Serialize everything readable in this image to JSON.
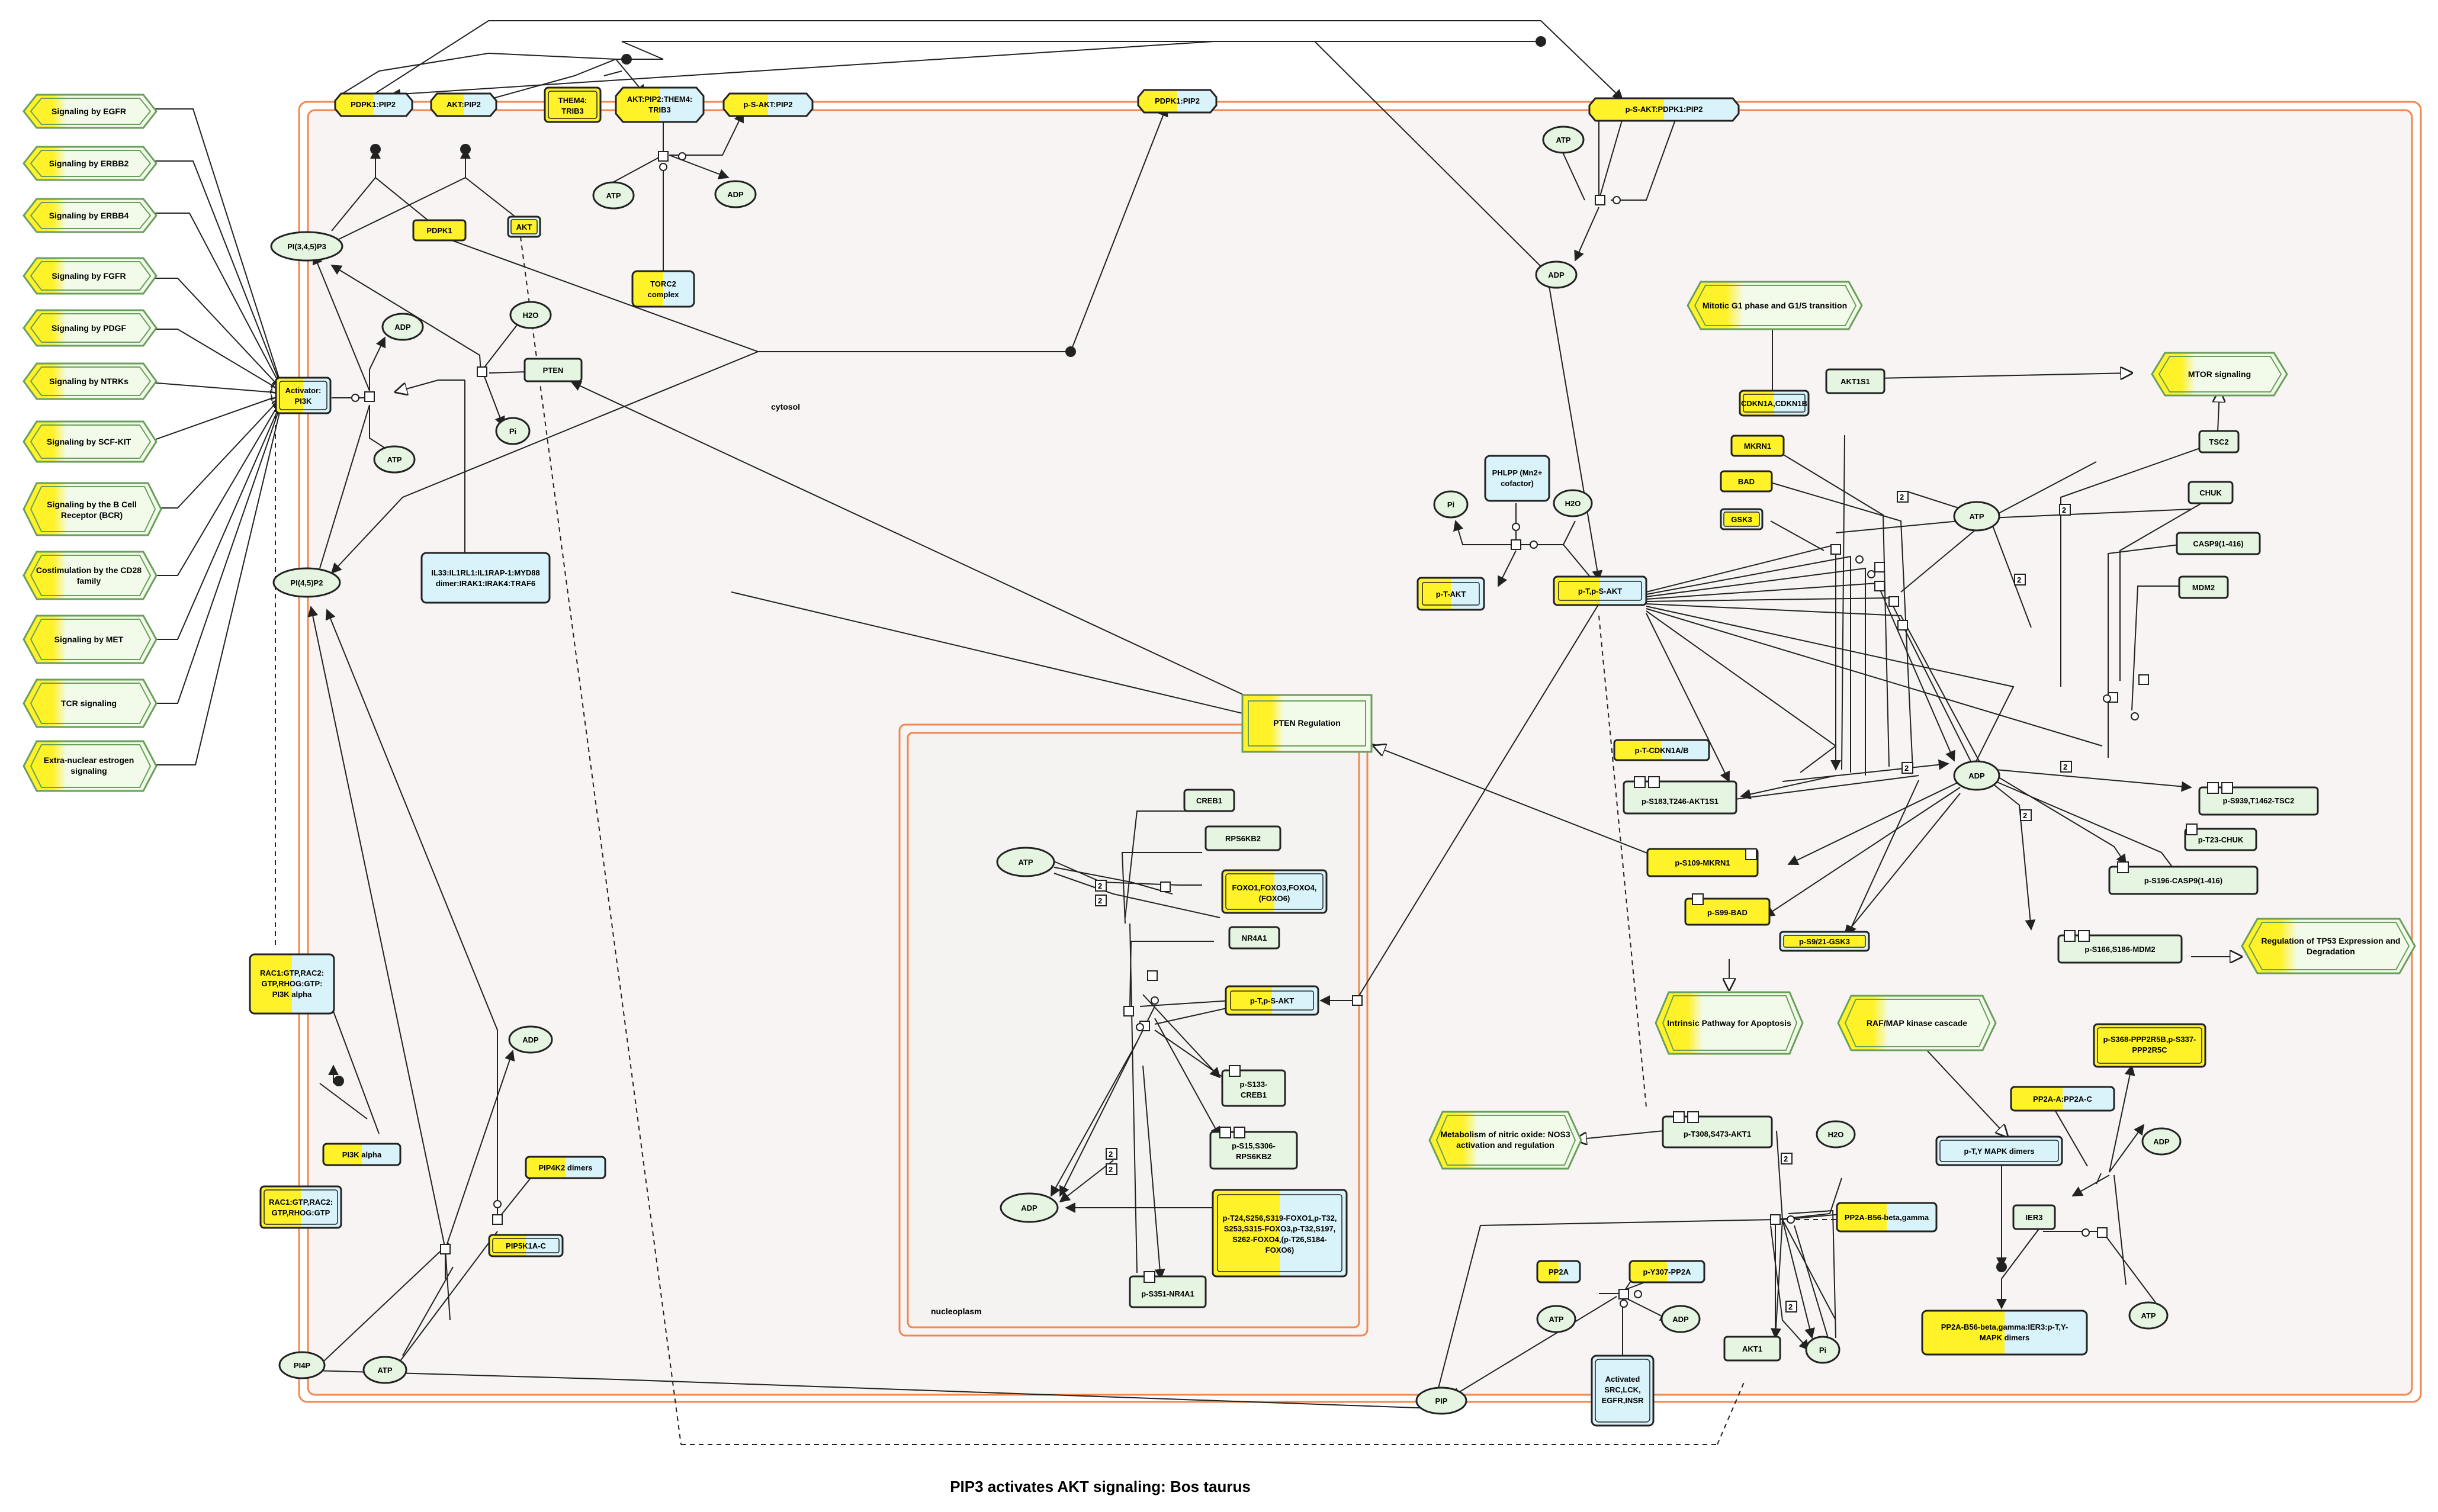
{
  "title": "PIP3 activates AKT signaling: Bos taurus",
  "compartments": {
    "cytosol": "cytosol",
    "nucleoplasm": "nucleoplasm"
  },
  "pathways": {
    "signaling_by_egfr": "Signaling by EGFR",
    "signaling_by_erbb2": "Signaling by ERBB2",
    "signaling_by_erbb4": "Signaling by ERBB4",
    "signaling_by_fgfr": "Signaling by FGFR",
    "signaling_by_pdgf": "Signaling by PDGF",
    "signaling_by_ntrks": "Signaling by NTRKs",
    "signaling_by_scf_kit": "Signaling by SCF-KIT",
    "signaling_by_bcr": [
      "Signaling by the B Cell",
      "Receptor (BCR)"
    ],
    "cd28_costimulation": [
      "Costimulation by the CD28",
      "family"
    ],
    "signaling_by_met": "Signaling by MET",
    "tcr_signaling": "TCR signaling",
    "extranuclear_estrogen": [
      "Extra-nuclear estrogen",
      "signaling"
    ],
    "pten_regulation": "PTEN Regulation",
    "mitotic_g1": "Mitotic G1 phase and G1/S transition",
    "mtor_signaling": "MTOR signaling",
    "intrinsic_apoptosis": "Intrinsic Pathway for Apoptosis",
    "raf_map_kinase": "RAF/MAP kinase cascade",
    "tp53_regulation": [
      "Regulation of TP53 Expression and",
      "Degradation"
    ],
    "nos3_metabolism": [
      "Metabolism of nitric oxide: NOS3",
      "activation and regulation"
    ]
  },
  "molecules": {
    "pip345p3": "PI(3,4,5)P3",
    "pip45p2": "PI(4,5)P2",
    "pi4p": "PI4P",
    "adp": "ADP",
    "atp": "ATP",
    "h2o": "H2O",
    "pi": "Pi"
  },
  "entities": {
    "pdpk1_pip2_left": "PDPK1:PIP2",
    "akt_pip2": "AKT:PIP2",
    "them4_trib3": [
      "THEM4:",
      "TRIB3"
    ],
    "akt_pip2_them4_trib3": [
      "AKT:PIP2:THEM4:",
      "TRIB3"
    ],
    "p_s_akt_pip2": "p-S-AKT:PIP2",
    "pdpk1_pip2_right": "PDPK1:PIP2",
    "p_s_akt_pdpk1_pip2": "p-S-AKT:PDPK1:PIP2",
    "pdpk1": "PDPK1",
    "akt": "AKT",
    "torc2": [
      "TORC2",
      "complex"
    ],
    "activator_pi3k": [
      "Activator:",
      "PI3K"
    ],
    "pten": "PTEN",
    "il33_complex": [
      "IL33:IL1RL1:IL1RAP-1:MYD88",
      "dimer:IRAK1:IRAK4:TRAF6"
    ],
    "rac1_gtp_pi3k": [
      "RAC1:GTP,RAC2:",
      "GTP,RHOG:GTP:",
      "PI3K alpha"
    ],
    "pi3k_alpha": "PI3K alpha",
    "rac1_gtp": [
      "RAC1:GTP,RAC2:",
      "GTP,RHOG:GTP"
    ],
    "pip4k2_dimers": "PIP4K2 dimers",
    "pip5k1a_c": "PIP5K1A-C",
    "cdkn1a_cdkn1b": "CDKN1A,CDKN1B",
    "akt1s1": "AKT1S1",
    "tsc2": "TSC2",
    "mkrn1": "MKRN1",
    "bad": "BAD",
    "gsk3": "GSK3",
    "chuk": "CHUK",
    "casp9": "CASP9(1-416)",
    "mdm2": "MDM2",
    "phlpp": [
      "PHLPP (Mn2+",
      "cofactor)"
    ],
    "p_t_akt": "p-T-AKT",
    "p_t_p_s_akt": "p-T,p-S-AKT",
    "p_t_cdkn1ab": "p-T-CDKN1A/B",
    "p_s183_akt1s1": "p-S183,T246-AKT1S1",
    "p_s109_mkrn1": "p-S109-MKRN1",
    "p_s99_bad": "p-S99-BAD",
    "p_s9_gsk3": "p-S9/21-GSK3",
    "p_s939_tsc2": "p-S939,T1462-TSC2",
    "p_t23_chuk": "p-T23-CHUK",
    "p_s196_casp9": "p-S196-CASP9(1-416)",
    "p_s166_mdm2": "p-S166,S186-MDM2",
    "creb1": "CREB1",
    "rps6kb2": "RPS6KB2",
    "foxo": [
      "FOXO1,FOXO3,FOXO4,",
      "(FOXO6)"
    ],
    "nr4a1": "NR4A1",
    "p_t_p_s_akt_nuc": "p-T,p-S-AKT",
    "p_s133_creb1": [
      "p-S133-",
      "CREB1"
    ],
    "p_s15_rps6kb2": [
      "p-S15,S306-",
      "RPS6KB2"
    ],
    "p_foxo": [
      "p-T24,S256,S319-FOXO1,p-T32,",
      "S253,S315-FOXO3,p-T32,S197,",
      "S262-FOXO4,(p-T26,S184-",
      "FOXO6)"
    ],
    "p_s351_nr4a1": "p-S351-NR4A1",
    "p_t308_akt1": "p-T308,S473-AKT1",
    "pp2a_b56": "PP2A-B56-beta,gamma",
    "akt1": "AKT1",
    "pp2a": "PP2A",
    "p_y307_pp2a": "p-Y307-PP2A",
    "activated_src": [
      "Activated",
      "SRC,LCK,",
      "EGFR,INSR"
    ],
    "pp2a_a_c": "PP2A-A:PP2A-C",
    "p_t_y_mapk": "p-T,Y MAPK dimers",
    "ier3": "IER3",
    "p_s368_ppp2r5b": [
      "p-S368-PPP2R5B,p-S337-",
      "PPP2R5C"
    ],
    "pp2a_b56_ier3_mapk": [
      "PP2A-B56-beta,gamma:IER3:p-T,Y-",
      "MAPK dimers"
    ],
    "pip": "PIP"
  },
  "stoich": "2",
  "colors": {
    "yellow": "#fff229",
    "cyan": "#d9f3fa",
    "green": "#e6f5e1",
    "pathway_fill": "#f2fbea",
    "compartment": "#f08850",
    "compartment_fill": "#f7f4f3"
  }
}
